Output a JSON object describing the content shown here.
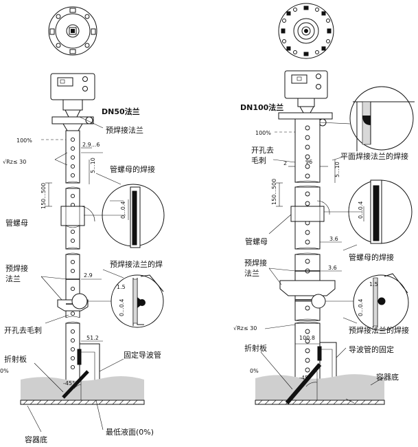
{
  "left": {
    "title": "DN50法兰",
    "labels": {
      "pre_weld_flange": "预焊接法兰",
      "pct_100": "100%",
      "roughness": "√Rz≤ 30",
      "tube_nut_weld": "管螺母的焊接",
      "tube_nut": "管螺母",
      "range": "150...500",
      "pre_weld_flange_weld": "预焊接法兰的焊",
      "pre_weld_flange_2": "预焊接\n法兰",
      "deburr": "开孔去毛刺",
      "fixed_waveguide": "固定导波管",
      "deflector": "折射板",
      "pct_0": "0%",
      "angle": "-45°",
      "min_level": "最低液面(0%)",
      "vessel_bottom": "容器底"
    },
    "dims": {
      "d1": "2.9...6",
      "d2": "5...10",
      "d3": "0...0.4",
      "d4": "2.9",
      "d5": "1.5",
      "d6": "0...0.4",
      "d7": "51.2"
    }
  },
  "right": {
    "title": "DN100法兰",
    "labels": {
      "pct_100": "100%",
      "deburr": "开孔去\n毛刺",
      "flat_weld": "平面焊接法兰的焊接",
      "range": "150...500",
      "tube_nut": "管螺母",
      "tube_nut_weld": "管螺母的焊接",
      "pre_weld_flange": "预焊接\n法兰",
      "pre_weld_flange_weld": "预焊接法兰的焊接",
      "roughness": "√Rz≤ 30",
      "deflector": "折射板",
      "waveguide_fix": "导波管的固定",
      "pct_0": "0%",
      "angle": "-45°",
      "vessel_bottom": "容器底"
    },
    "dims": {
      "d1": "2",
      "d2": "96",
      "d3": "5...10",
      "d4": "0...0.4",
      "d5": "3.6",
      "d6": "3.6",
      "d7": "1.5",
      "d8": "0...0.4",
      "d9": "100.8"
    }
  }
}
